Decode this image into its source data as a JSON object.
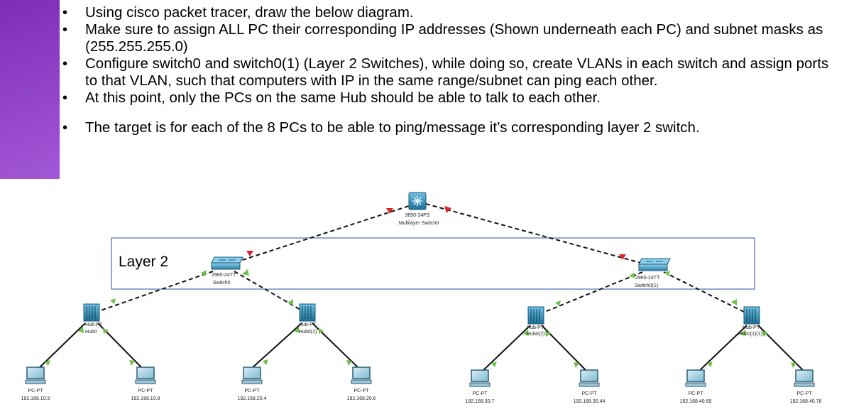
{
  "bullets": [
    "Using cisco packet tracer, draw the below diagram.",
    "Make sure to assign ALL PC their corresponding IP addresses (Shown underneath each PC) and subnet masks as (255.255.255.0)",
    "Configure switch0 and switch0(1) (Layer 2 Switches), while doing so, create VLANs in each switch and assign ports to that VLAN, such that computers with IP in the same range/subnet can ping each other.",
    "At this point, only the PCs on the same Hub should be able to talk to each other.",
    "The target is for each of the 8 PCs to be able to ping/message it’s corresponding layer 2 switch."
  ],
  "layer_label": "Layer 2",
  "multilayer": {
    "model": "3650-24PS",
    "name": "Multilayer Switch0"
  },
  "switches": [
    {
      "model": "2960-24TT",
      "name": "Switch0"
    },
    {
      "model": "2960-24TT",
      "name": "Switch0(1)"
    }
  ],
  "hubs": [
    {
      "model": "Hub-PT",
      "name": "Hub0"
    },
    {
      "model": "Hub-PT",
      "name": "Hub0(1)"
    },
    {
      "model": "Hub-PT",
      "name": "Hub0(2)"
    },
    {
      "model": "Hub-PT",
      "name": "Hub0(1)(1)"
    }
  ],
  "pcs": [
    {
      "model": "PC-PT",
      "ip": "192.168.10.5"
    },
    {
      "model": "PC-PT",
      "ip": "192.168.10.8"
    },
    {
      "model": "PC-PT",
      "ip": "192.168.20.4"
    },
    {
      "model": "PC-PT",
      "ip": "192.168.20.6"
    },
    {
      "model": "PC-PT",
      "ip": "192.168.30.7"
    },
    {
      "model": "PC-PT",
      "ip": "192.168.30.44"
    },
    {
      "model": "PC-PT",
      "ip": "192.168.40.69"
    },
    {
      "model": "PC-PT",
      "ip": "192.168.40.78"
    }
  ],
  "colors": {
    "accent": "#8a3dc2",
    "link_up": "#6cc24a",
    "link_down": "#d9262c",
    "device": "#3b8fb5"
  }
}
